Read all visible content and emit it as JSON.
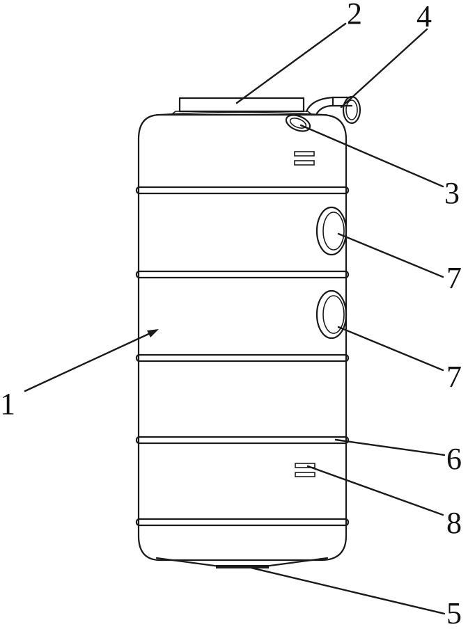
{
  "callouts": [
    {
      "id": "1",
      "label": "1"
    },
    {
      "id": "2",
      "label": "2"
    },
    {
      "id": "3",
      "label": "3"
    },
    {
      "id": "4",
      "label": "4"
    },
    {
      "id": "5",
      "label": "5"
    },
    {
      "id": "6",
      "label": "6"
    },
    {
      "id": "7a",
      "label": "7"
    },
    {
      "id": "7b",
      "label": "7"
    },
    {
      "id": "8",
      "label": "8"
    }
  ],
  "colors": {
    "line": "#1a1a1a",
    "background": "#ffffff"
  }
}
